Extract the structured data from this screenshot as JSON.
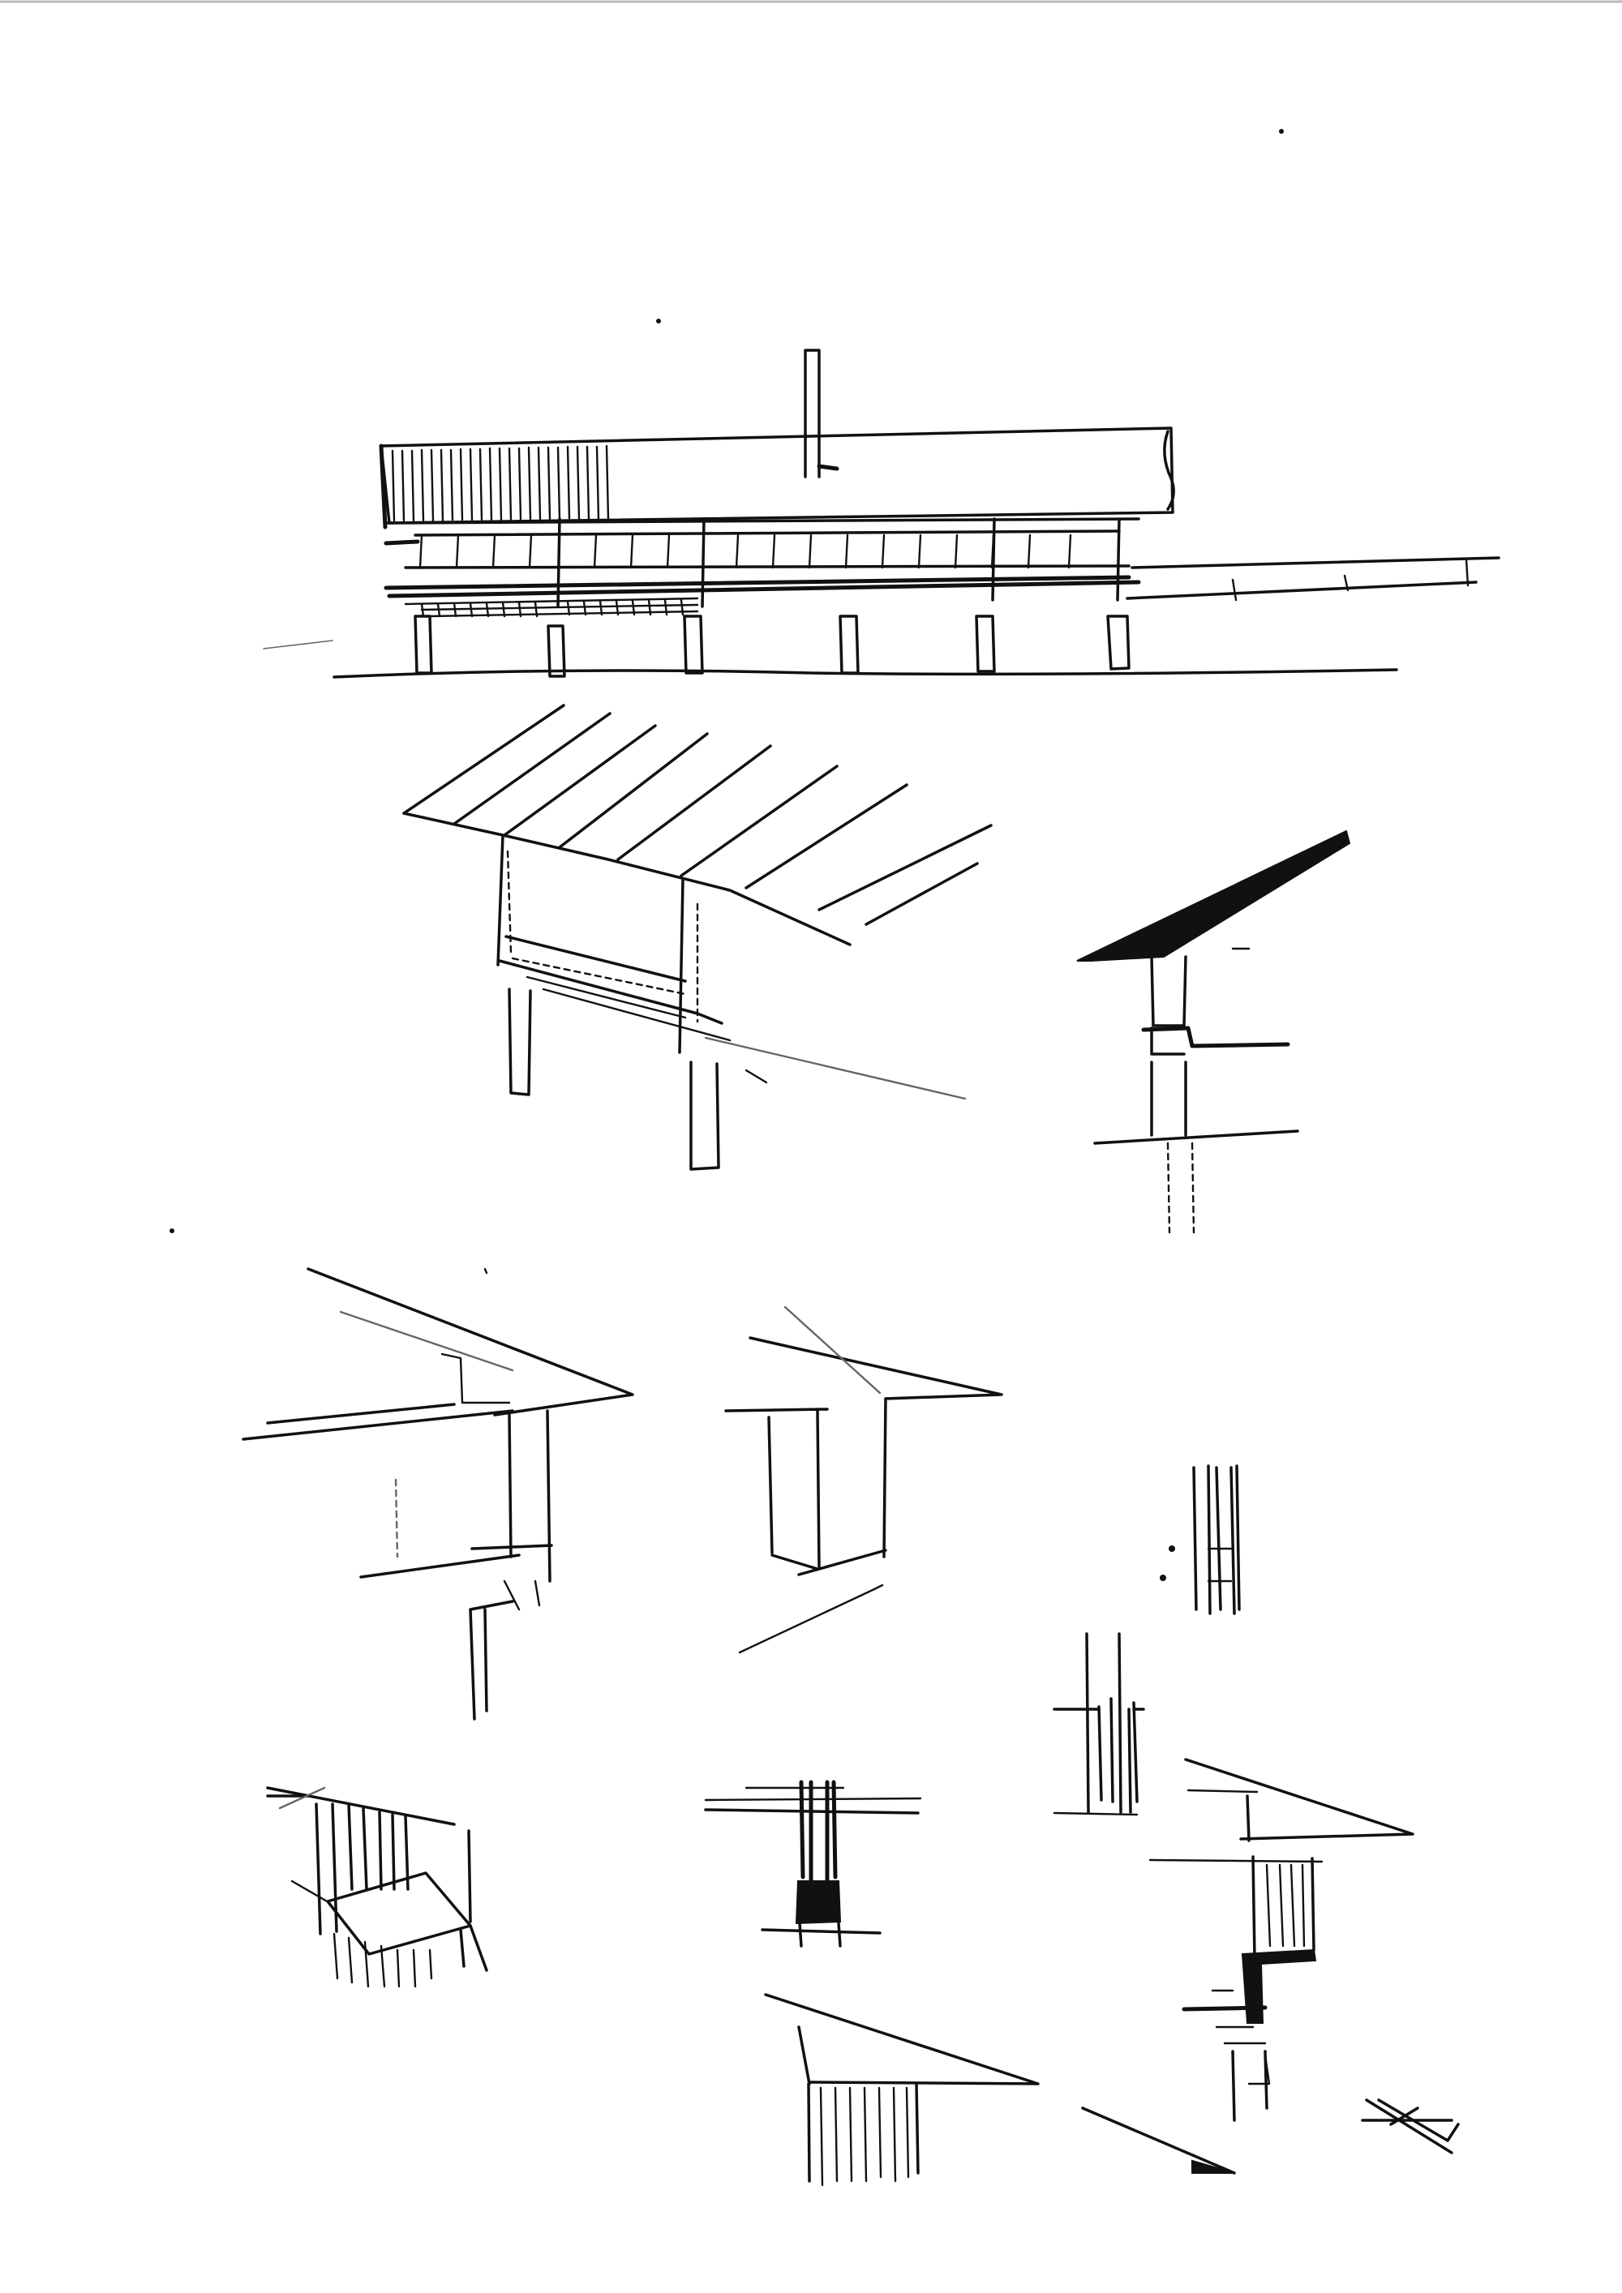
{
  "page": {
    "paper_color": "#ffffff",
    "ink_color": "#111111"
  },
  "sketches": [
    {
      "id": "long-elevation",
      "kind": "elevation"
    },
    {
      "id": "roof-perspective",
      "kind": "perspective"
    },
    {
      "id": "eave-section-1",
      "kind": "section"
    },
    {
      "id": "overhang-detail-left",
      "kind": "detail"
    },
    {
      "id": "overhang-detail-middle",
      "kind": "detail"
    },
    {
      "id": "mullion-detail-1",
      "kind": "detail"
    },
    {
      "id": "mullion-detail-2",
      "kind": "detail"
    },
    {
      "id": "bench-perspective",
      "kind": "perspective"
    },
    {
      "id": "column-joint-detail",
      "kind": "detail"
    },
    {
      "id": "eave-section-2",
      "kind": "section"
    },
    {
      "id": "eave-slatted-detail",
      "kind": "detail"
    },
    {
      "id": "roof-edge-fragments",
      "kind": "detail"
    }
  ]
}
